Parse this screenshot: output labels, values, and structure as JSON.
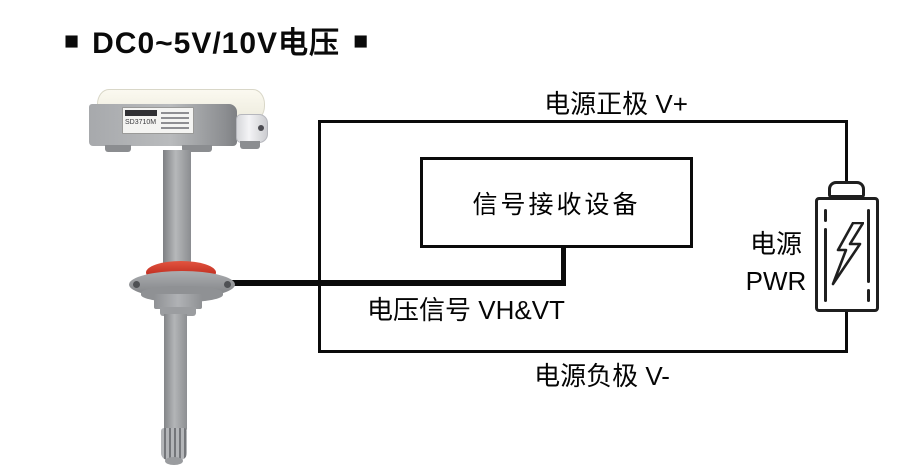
{
  "title": {
    "marker": "■",
    "text": "DC0~5V/10V电压"
  },
  "wiring": {
    "power_positive_label": "电源正极 V+",
    "power_negative_label": "电源负极 V-",
    "voltage_signal_label": "电压信号 VH&VT",
    "receiver_box_label": "信号接收设备",
    "power_source_label_cn": "电源",
    "power_source_label_en": "PWR"
  },
  "sensor": {
    "sticker_model": "SD3710M"
  },
  "colors": {
    "wire_line": "#0b0b0b",
    "battery_stroke": "#1f1f1f",
    "gasket_red": "#c43224",
    "cap_cream": "#f4f1e4",
    "sensor_gray": "#a0a2a5",
    "background": "#ffffff"
  }
}
